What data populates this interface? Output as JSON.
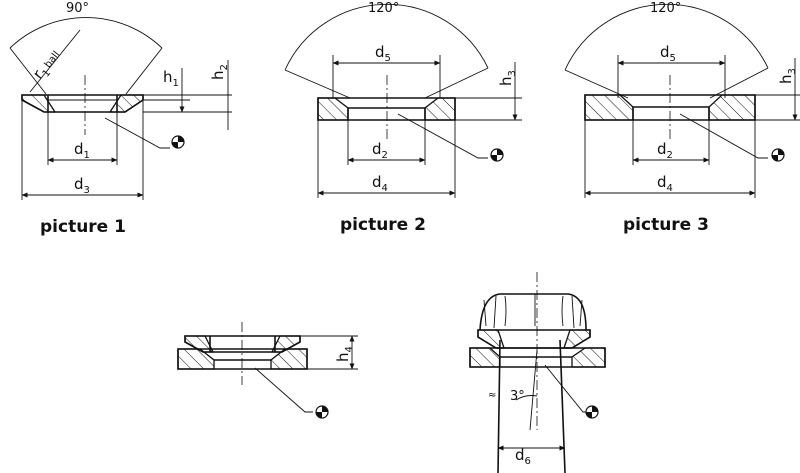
{
  "views": [
    {
      "id": "picture-1",
      "caption": "picture 1",
      "angle": "90°",
      "labels": {
        "r": "r",
        "r_sub": "1",
        "r_suffix": "ball",
        "h1": "h",
        "h1_sub": "1",
        "h2": "h",
        "h2_sub": "2",
        "d1": "d",
        "d1_sub": "1",
        "d3": "d",
        "d3_sub": "3"
      }
    },
    {
      "id": "picture-2",
      "caption": "picture 2",
      "angle": "120°",
      "labels": {
        "d5": "d",
        "d5_sub": "5",
        "h3": "h",
        "h3_sub": "3",
        "d2": "d",
        "d2_sub": "2",
        "d4": "d",
        "d4_sub": "4"
      }
    },
    {
      "id": "picture-3",
      "caption": "picture 3",
      "angle": "120°",
      "labels": {
        "d5": "d",
        "d5_sub": "5",
        "h3": "h",
        "h3_sub": "3",
        "d2": "d",
        "d2_sub": "2",
        "d4": "d",
        "d4_sub": "4"
      }
    },
    {
      "id": "assembly-pair",
      "labels": {
        "h4": "h",
        "h4_sub": "4"
      }
    },
    {
      "id": "assembly-bolt",
      "angle": "3°",
      "labels": {
        "d6": "d",
        "d6_sub": "6"
      }
    }
  ],
  "icons": [
    "centre-of-gravity-icon"
  ]
}
